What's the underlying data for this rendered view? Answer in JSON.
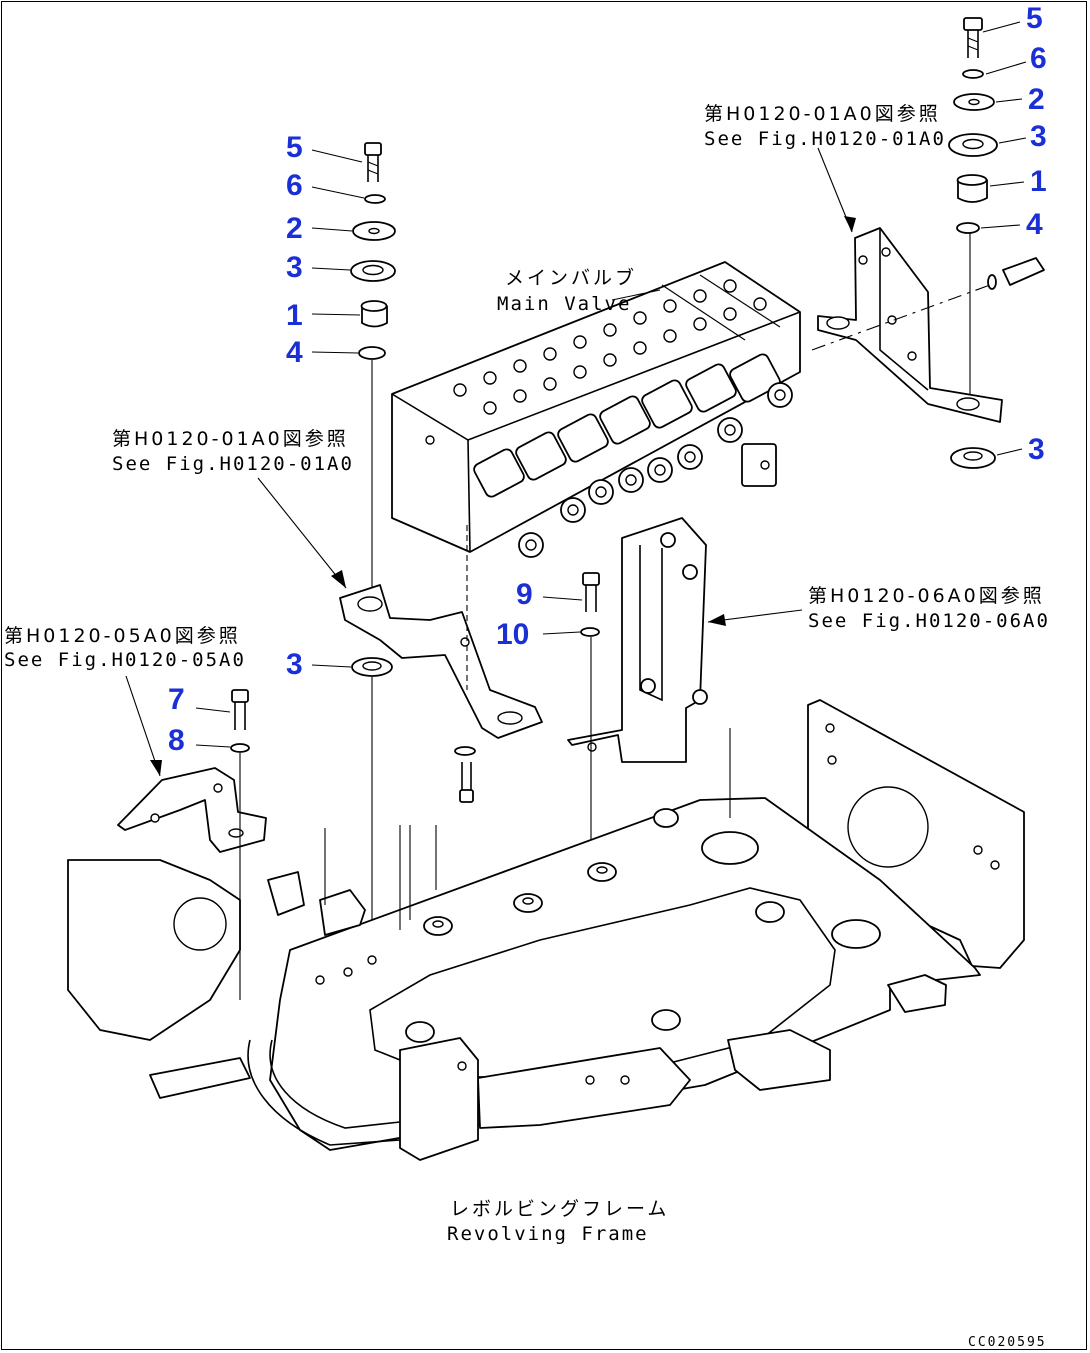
{
  "labels": {
    "part_5_a": "5",
    "part_6_a": "6",
    "part_2_a": "2",
    "part_3_a": "3",
    "part_1_a": "1",
    "part_4_a": "4",
    "part_3_b": "3",
    "part_5_b": "5",
    "part_6_b": "6",
    "part_2_b": "2",
    "part_3_c": "3",
    "part_1_b": "1",
    "part_4_b": "4",
    "part_3_d": "3",
    "part_7": "7",
    "part_8": "8",
    "part_9": "9",
    "part_10": "10"
  },
  "callouts": {
    "main_valve_jp": "メインバルブ",
    "main_valve_en": "Main Valve",
    "ref_top_right_jp": "第H0120-01A0図参照",
    "ref_top_right_en": "See Fig.H0120-01A0",
    "ref_mid_left_jp": "第H0120-01A0図参照",
    "ref_mid_left_en": "See Fig.H0120-01A0",
    "ref_left_jp": "第H0120-05A0図参照",
    "ref_left_en": "See Fig.H0120-05A0",
    "ref_right_jp": "第H0120-06A0図参照",
    "ref_right_en": "See Fig.H0120-06A0",
    "frame_jp": "レボルビングフレーム",
    "frame_en": "Revolving Frame"
  },
  "drawing_code": "CC020595",
  "colors": {
    "callout_numbers": "#1a2fd6",
    "linework": "#000000",
    "background": "#ffffff"
  }
}
